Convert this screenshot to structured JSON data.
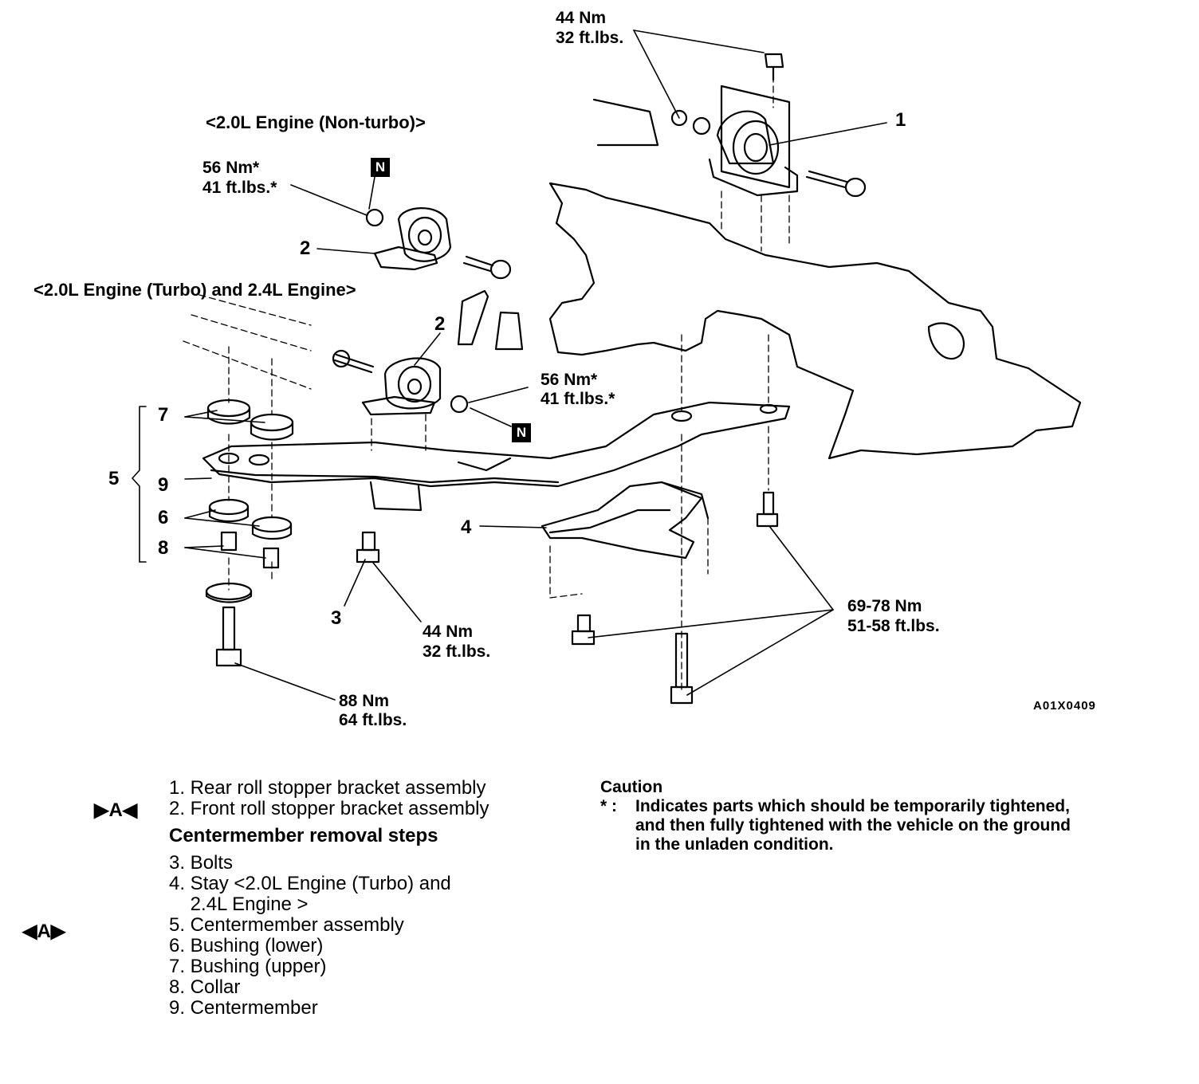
{
  "headings": {
    "nonturbo": "<2.0L Engine (Non-turbo)>",
    "turbo": "<2.0L Engine (Turbo) and 2.4L Engine>"
  },
  "torque": {
    "top_nm": "44 Nm",
    "top_ft": "32 ft.lbs.",
    "nonturbo_nm": "56 Nm*",
    "nonturbo_ft": "41 ft.lbs.*",
    "turbo_nm": "56 Nm*",
    "turbo_ft": "41 ft.lbs.*",
    "bolt3_nm": "44 Nm",
    "bolt3_ft": "32 ft.lbs.",
    "rear_nm": "88 Nm",
    "rear_ft": "64 ft.lbs.",
    "stay_nm": "69-78 Nm",
    "stay_ft": "51-58 ft.lbs."
  },
  "markers": {
    "n1": "N",
    "n2": "N",
    "c1": "1",
    "c2a": "2",
    "c2b": "2",
    "c3": "3",
    "c4": "4",
    "c5": "5",
    "c6": "6",
    "c7": "7",
    "c8": "8",
    "c9": "9"
  },
  "figure_id": "A01X0409",
  "legend": {
    "marker_1": "▶A◀",
    "marker_2": "◀A▶",
    "items_top": [
      "1. Rear roll stopper bracket assembly",
      "2. Front roll stopper bracket assembly"
    ],
    "heading": "Centermember removal steps",
    "items": [
      "3. Bolts",
      "4. Stay <2.0L Engine (Turbo) and",
      "    2.4L Engine >",
      "5. Centermember assembly",
      "6. Bushing (lower)",
      "7. Bushing (upper)",
      "8. Collar",
      "9. Centermember"
    ]
  },
  "caution": {
    "title": "Caution",
    "marker": "* :",
    "line1": "Indicates parts which should be temporarily tightened,",
    "line2": "and then fully tightened with the vehicle on the ground",
    "line3": "in the unladen condition."
  }
}
